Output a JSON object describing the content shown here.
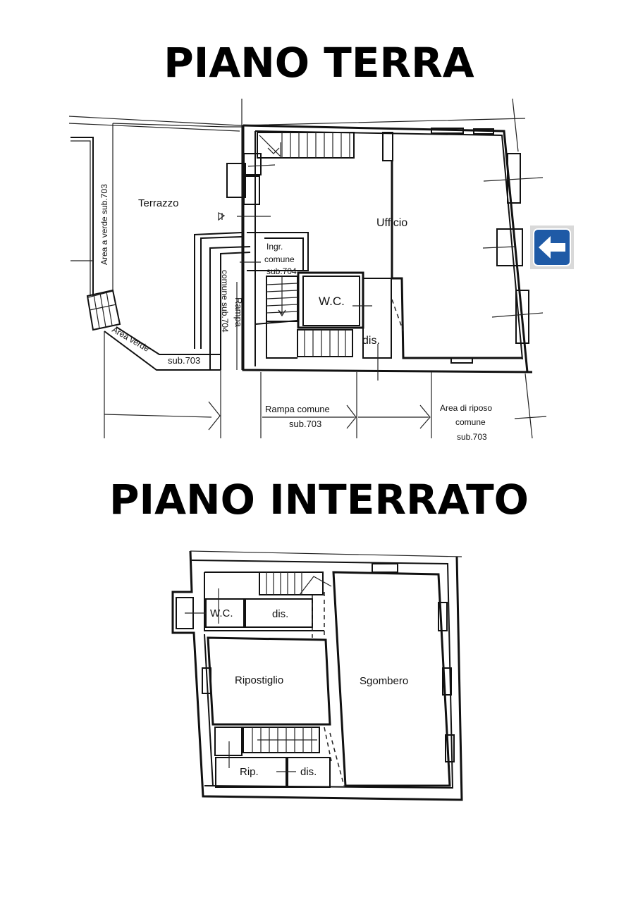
{
  "titles": {
    "ground_floor": "PIANO TERRA",
    "basement": "PIANO INTERRATO"
  },
  "ground_floor": {
    "terrazzo": "Terrazzo",
    "area_verde_sub": "Area a verde sub.703",
    "ufficio": "Ufficio",
    "ingresso_1": "Ingr.",
    "ingresso_2": "comune",
    "ingresso_3": "sub.704",
    "rampa": "Rampa",
    "rampa_comune": "comune sub.704",
    "wc": "W.C.",
    "dis": "dis.",
    "area_verde": "Area verde",
    "sub703": "sub.703",
    "rampa_comune_bottom": "Rampa comune",
    "rampa_sub": "sub.703",
    "area_riposo_1": "Area di riposo",
    "area_riposo_2": "comune",
    "area_riposo_3": "sub.703"
  },
  "basement": {
    "wc": "W.C.",
    "dis_top": "dis.",
    "ripostiglio": "Ripostiglio",
    "sgombero": "Sgombero",
    "rip": "Rip.",
    "dis_bottom": "dis."
  },
  "nav": {
    "back_icon": "arrow-left-icon",
    "accent": "#1f5aa6"
  }
}
